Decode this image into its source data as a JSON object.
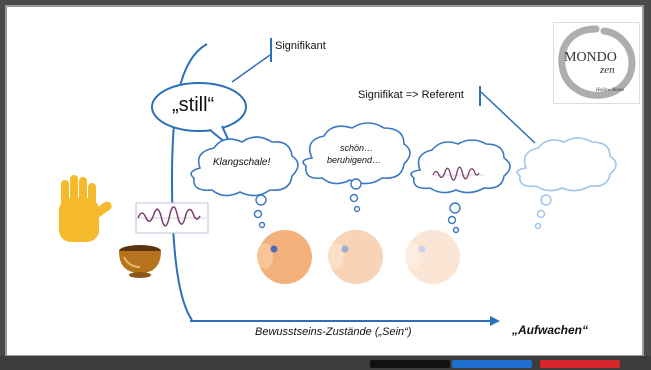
{
  "labels": {
    "signifikant": "Signifikant",
    "signifikat": "Signifikat => Referent",
    "still": "„still“",
    "klangschale": "Klangschale!",
    "schoen_line1": "schön…",
    "schoen_line2": "beruhigend…",
    "axis": "Bewusstseins-Zustände („Sein“)",
    "aufwachen": "„Aufwachen“"
  },
  "logo": {
    "word1": "MONDO",
    "word2": "zen",
    "byline": "Hollow Bones"
  },
  "colors": {
    "line": "#2c6fbb",
    "cloud_stroke": "#3b78c4",
    "eye": "#f4b07a",
    "wave": "#7a3b6e",
    "hand": "#f5b92c",
    "bowl": "#b5731d"
  },
  "icons": [
    "raised-hand-icon",
    "singing-bowl-icon",
    "sound-wave-icon",
    "eye-icon",
    "thought-cloud-icon"
  ],
  "markers": [
    "black",
    "blue",
    "red"
  ]
}
